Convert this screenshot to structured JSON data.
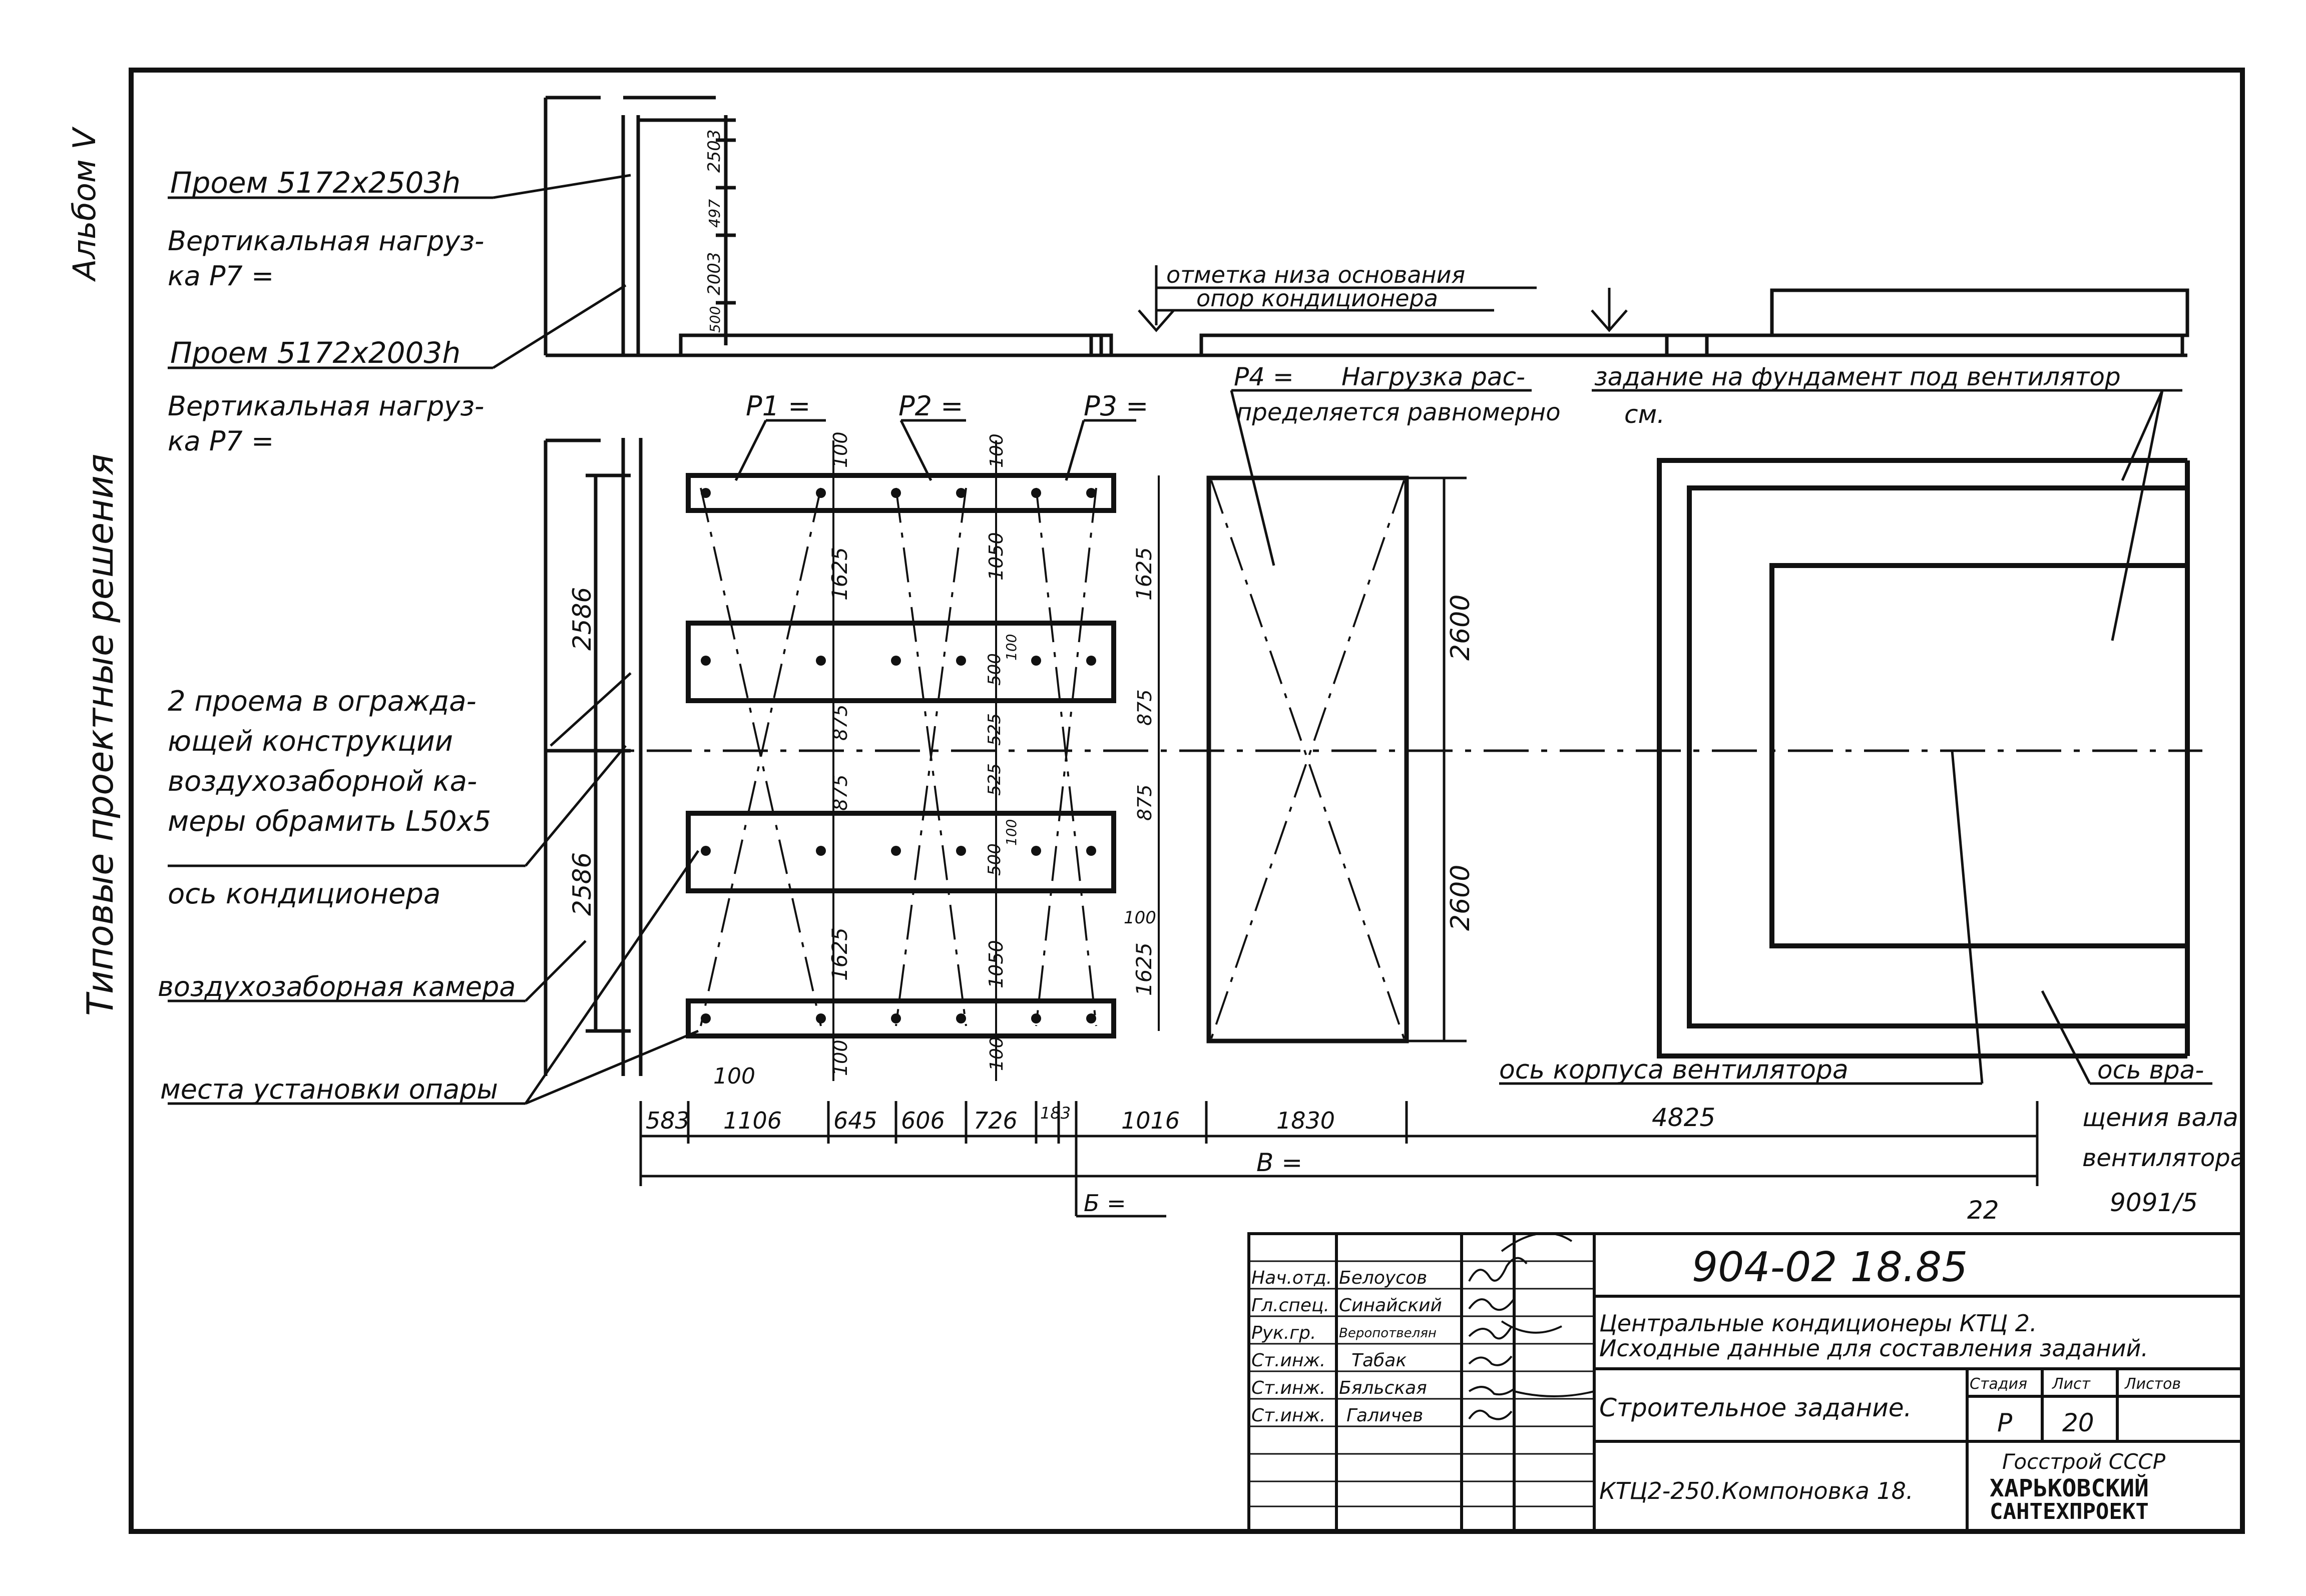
{
  "margin": {
    "album": "Альбом V",
    "series": "Типовые проектные решения"
  },
  "callouts": {
    "opening_1": "Проем 5172x2503h",
    "vload_1a": "Вертикальная нагруз-",
    "vload_1b": "ка P7 =",
    "opening_2": "Проем 5172x2003h",
    "vload_2a": "Вертикальная нагруз-",
    "vload_2b": "ка P7 =",
    "frame_1": "2 проема в огражда-",
    "frame_2": "ющей конструкции",
    "frame_3": "воздухозаборной ка-",
    "frame_4": "меры обрамить L50x5",
    "axis_conditioner": "ось кондиционера",
    "intake_chamber": "воздухозаборная камера",
    "support_place": "места установки опары",
    "base_mark_1": "отметка низа основания",
    "base_mark_2": "опор кондиционера",
    "load_p1": "P1 =",
    "load_p2": "P2 =",
    "load_p3": "P3 =",
    "load_p4": "P4 =",
    "uniform_1": "Нагрузка рас-",
    "uniform_2": "пределяется равномерно",
    "fan_task_1": "задание на фундамент под вентилятор",
    "fan_task_2": "см.",
    "fan_axis": "ось корпуса вентилятора",
    "shaft_1": "ось вра-",
    "shaft_2": "щения вала",
    "shaft_3": "вентилятора",
    "shaft_4": "9091/5",
    "width_b": "B =",
    "width_b2": "Б =",
    "num_22": "22"
  },
  "dims": {
    "h_top": [
      "2503",
      "497",
      "2003",
      "500"
    ],
    "h_left": [
      "2586",
      "2586"
    ],
    "h_col1": [
      "100",
      "1625",
      "875",
      "875",
      "1625",
      "100"
    ],
    "h_col2": [
      "100",
      "1050",
      "500",
      "100",
      "525",
      "525",
      "100",
      "500",
      "1050",
      "100"
    ],
    "h_col3": [
      "1625",
      "875",
      "875",
      "1625",
      "100"
    ],
    "h_panel": [
      "2600",
      "2600"
    ],
    "dim_100": "100",
    "bottom": [
      "583",
      "1106",
      "645",
      "606",
      "726",
      "183",
      "1016",
      "1830",
      "4825"
    ]
  },
  "title_block": {
    "doc_number": "904-02 18.85",
    "title_line_1": "Центральные кондиционеры КТЦ 2.",
    "title_line_2": "Исходные данные для составления заданий.",
    "sheet_name": "Строительное задание.",
    "layout_name": "КТЦ2-250.Компоновка 18.",
    "col_stage": "Стадия",
    "col_sheet": "Лист",
    "col_sheets": "Листов",
    "stage": "Р",
    "sheet": "20",
    "org_1": "Госстрой СССР",
    "org_2": "ХАРЬКОВСКИЙ",
    "org_3": "САНТЕХПРОЕКТ",
    "staff": [
      {
        "role": "Нач.отд.",
        "name": "Белоусов"
      },
      {
        "role": "Гл.спец.",
        "name": "Синайский"
      },
      {
        "role": "Рук.гр.",
        "name": "Веропотвелян"
      },
      {
        "role": "Ст.инж.",
        "name": "Табак"
      },
      {
        "role": "Ст.инж.",
        "name": "Бяльская"
      },
      {
        "role": "Ст.инж.",
        "name": "Галичев"
      }
    ]
  }
}
